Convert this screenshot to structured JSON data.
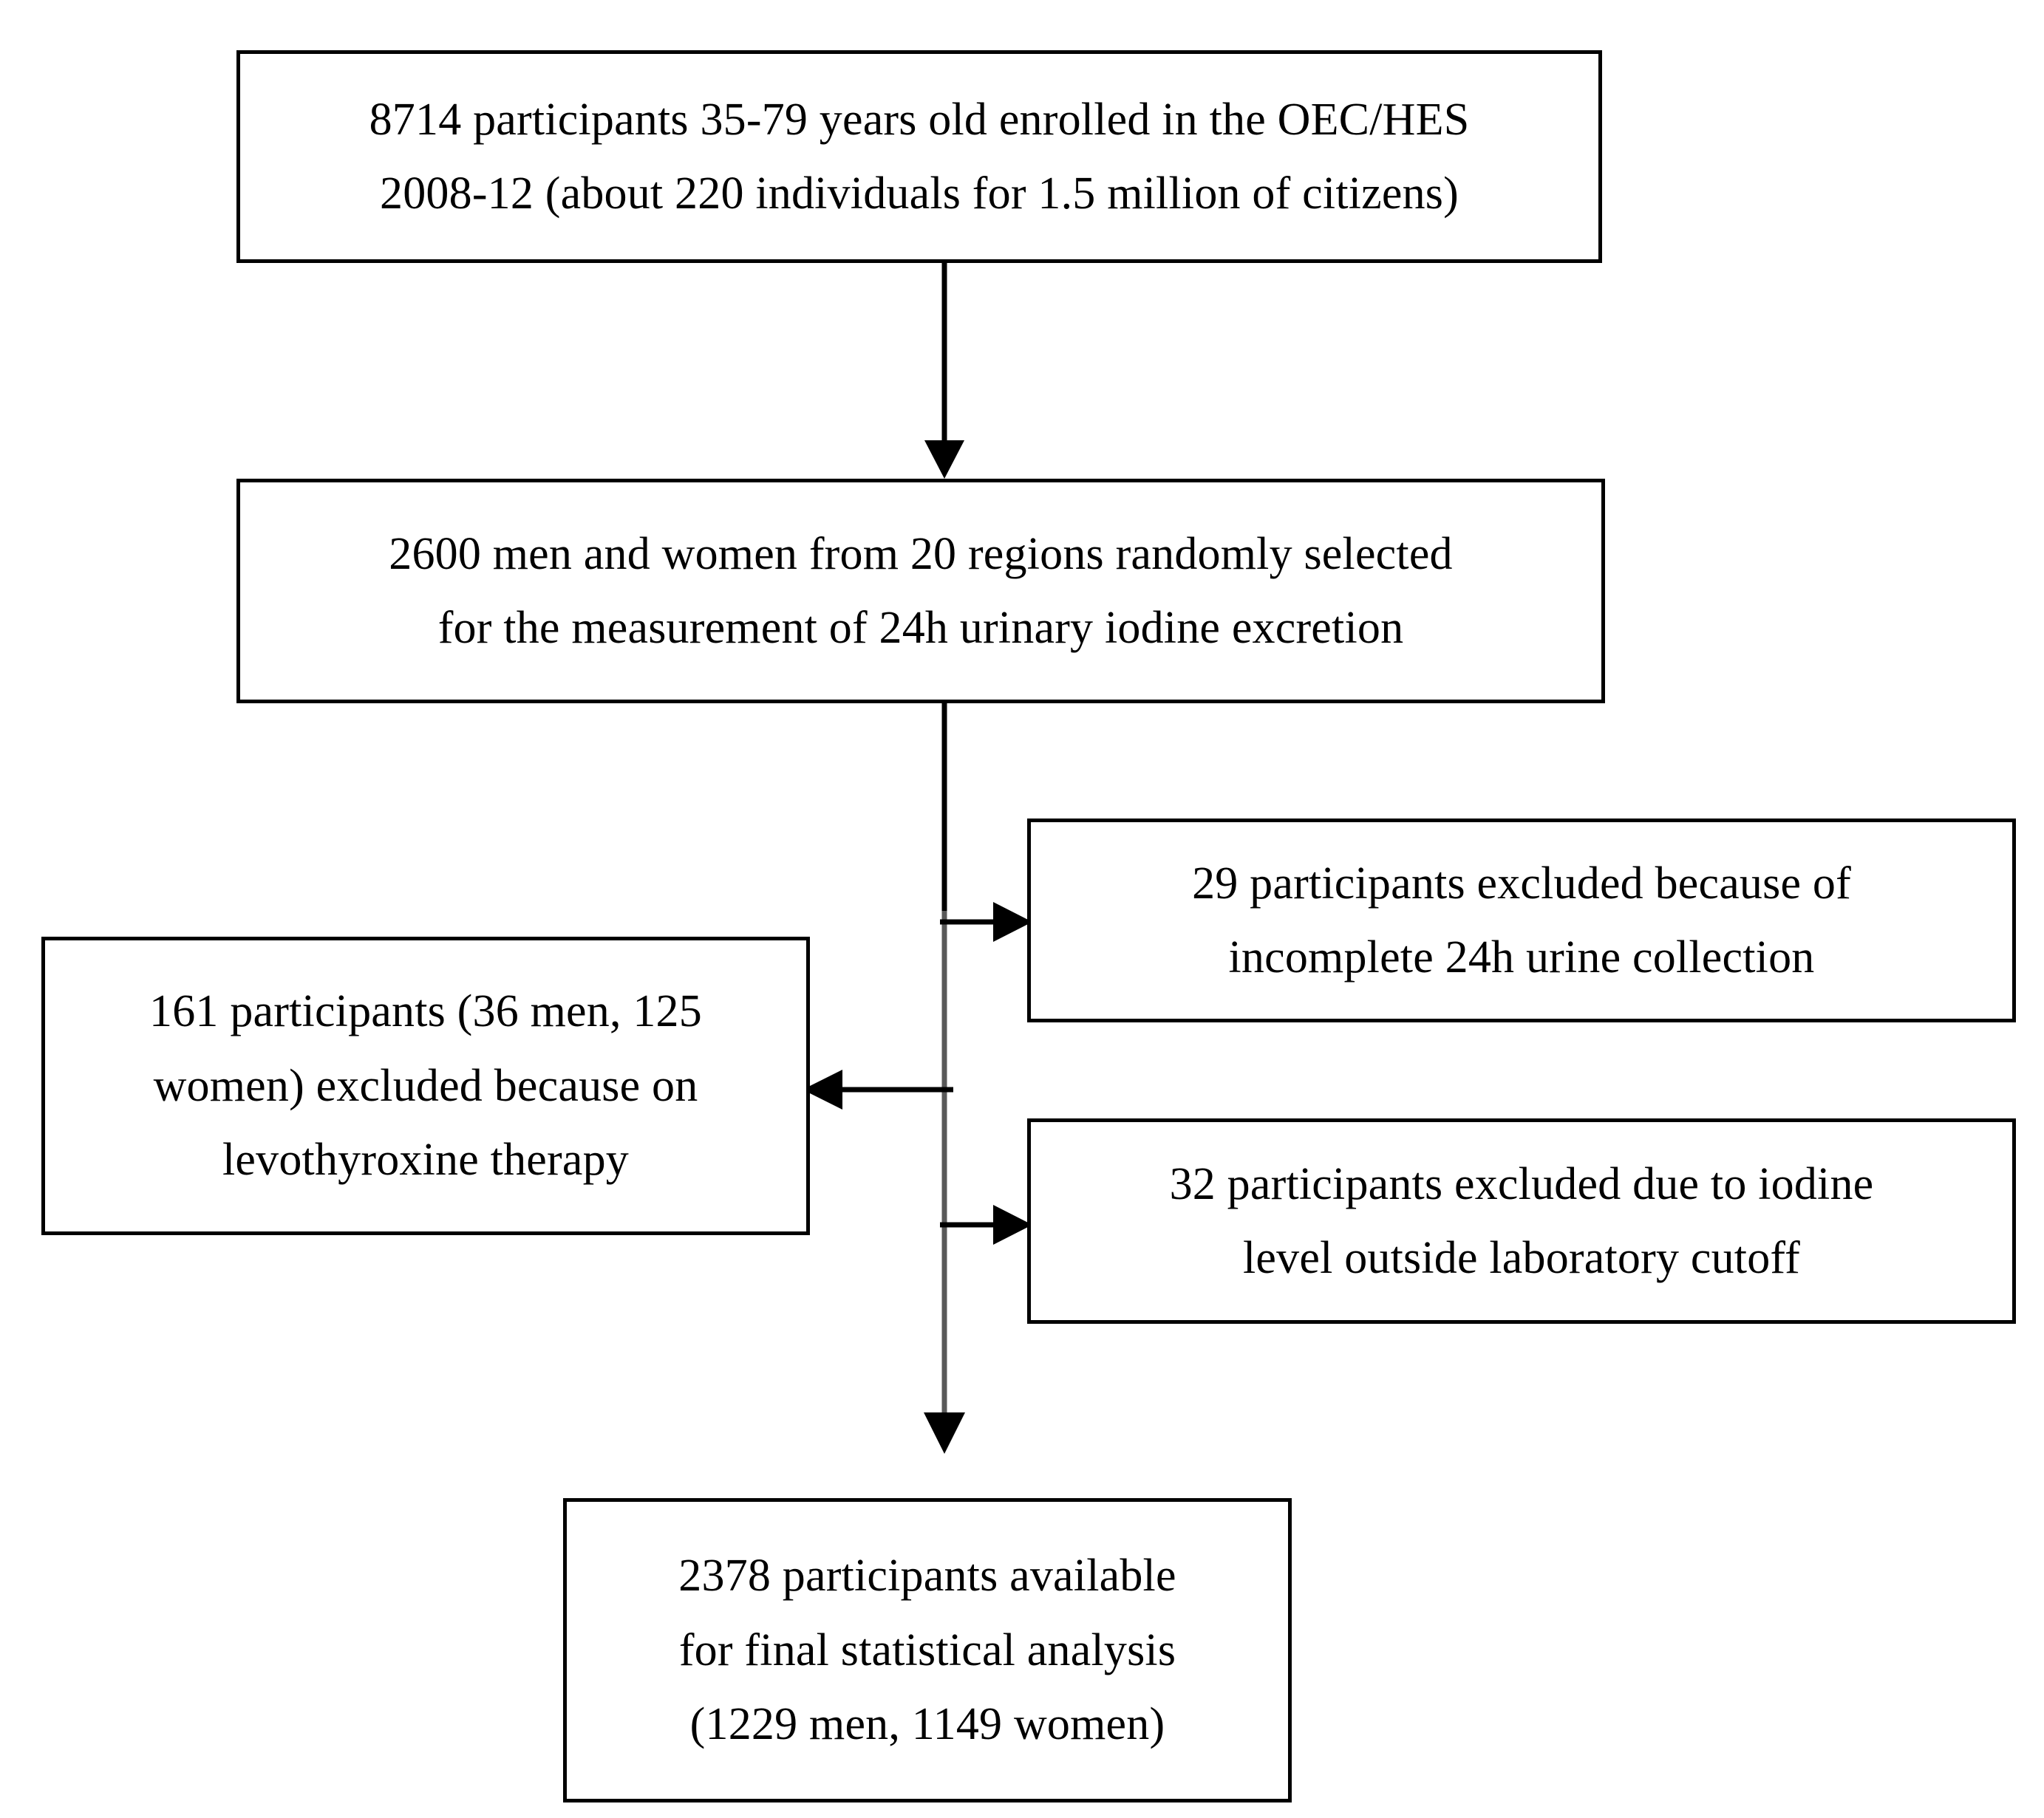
{
  "diagram": {
    "title": "Study participant selection flowchart",
    "stroke_color": "#000000",
    "trunk_color": "#595959",
    "background_color": "#ffffff"
  },
  "nodes": {
    "enrolled": {
      "name": "enrolled-participants-box",
      "lines": [
        "8714 participants 35-79 years old enrolled in the OEC/HES",
        "2008-12 (about 220 individuals for 1.5 million of citizens)"
      ]
    },
    "selected": {
      "name": "randomly-selected-box",
      "lines": [
        "2600 men and women from 20 regions randomly selected",
        "for the measurement of 24h urinary iodine excretion"
      ]
    },
    "excluded_urine": {
      "name": "excluded-incomplete-urine-box",
      "lines": [
        "29 participants excluded because of",
        "incomplete 24h urine collection"
      ]
    },
    "excluded_levothyroxine": {
      "name": "excluded-levothyroxine-box",
      "lines": [
        "161 participants (36 men, 125",
        "women) excluded because on",
        "levothyroxine therapy"
      ]
    },
    "excluded_iodine": {
      "name": "excluded-iodine-cutoff-box",
      "lines": [
        "32 participants excluded due to iodine",
        "level outside laboratory cutoff"
      ]
    },
    "final": {
      "name": "final-analysis-box",
      "lines": [
        "2378 participants available",
        "for final statistical analysis",
        "(1229 men, 1149 women)"
      ]
    }
  },
  "connectors": [
    {
      "id": "enrolled-to-selected",
      "from": "enrolled",
      "to": "selected",
      "direction": "down"
    },
    {
      "id": "selected-to-final",
      "from": "selected",
      "to": "final",
      "direction": "down"
    },
    {
      "id": "trunk-to-excluded-urine",
      "from": "selected",
      "to": "excluded_urine",
      "direction": "right"
    },
    {
      "id": "trunk-to-excluded-levothyroxine",
      "from": "selected",
      "to": "excluded_levothyroxine",
      "direction": "left"
    },
    {
      "id": "trunk-to-excluded-iodine",
      "from": "selected",
      "to": "excluded_iodine",
      "direction": "right"
    }
  ]
}
